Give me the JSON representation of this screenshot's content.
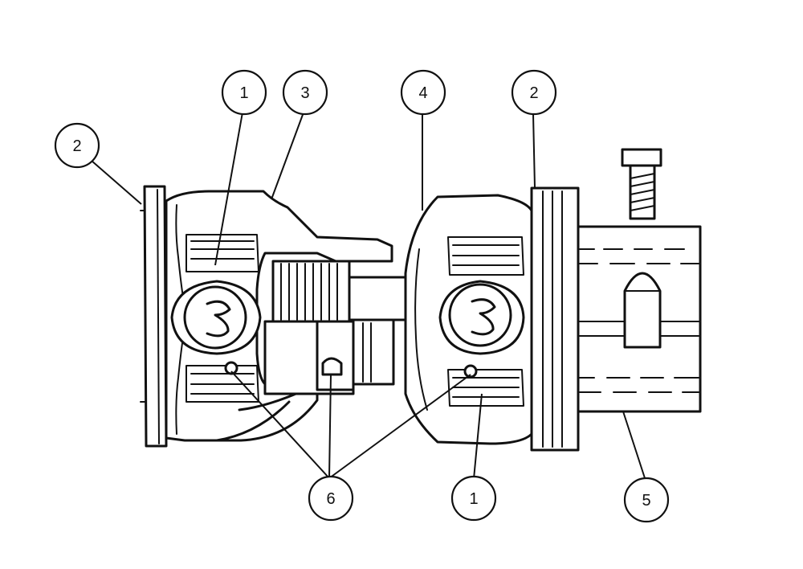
{
  "callouts": [
    {
      "id": "c1a",
      "label": "1"
    },
    {
      "id": "c3",
      "label": "3"
    },
    {
      "id": "c4",
      "label": "4"
    },
    {
      "id": "c2b",
      "label": "2"
    },
    {
      "id": "c2a",
      "label": "2"
    },
    {
      "id": "c6",
      "label": "6"
    },
    {
      "id": "c1b",
      "label": "1"
    },
    {
      "id": "c5",
      "label": "5"
    }
  ]
}
